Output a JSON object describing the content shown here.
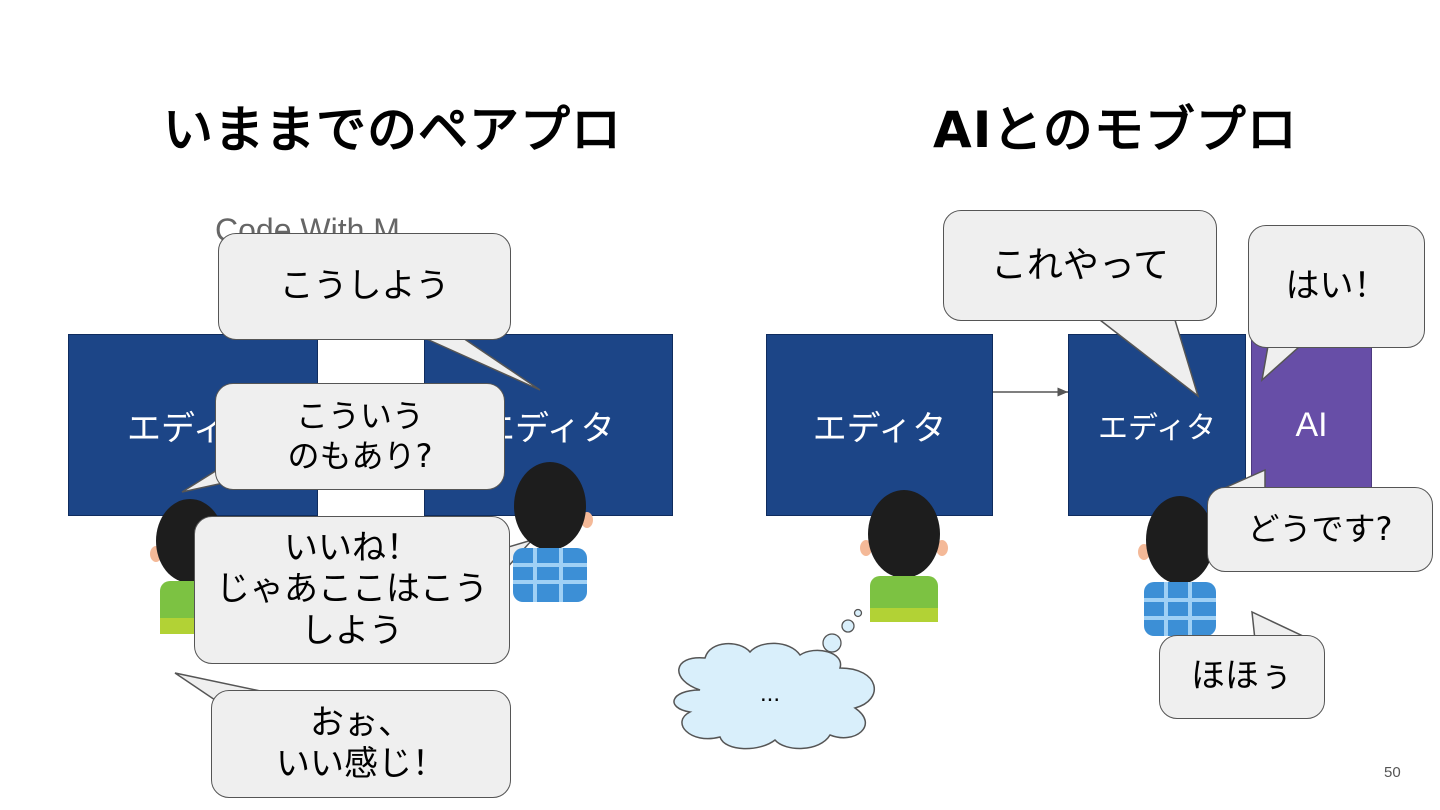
{
  "titles": {
    "left": "いままでのペアプロ",
    "right": "AIとのモブプロ"
  },
  "ghost_text": "Code With M",
  "boxes": {
    "editor": "エディタ",
    "ai": "AI"
  },
  "left_bubbles": {
    "b1": "こうしよう",
    "b2_line1": "こういう",
    "b2_line2": "のもあり?",
    "b3_line1": "いいね！",
    "b3_line2": "じゃあここはこう",
    "b3_line3": "しよう",
    "b4_line1": "おぉ、",
    "b4_line2": "いい感じ！"
  },
  "right_bubbles": {
    "r1": "これやって",
    "r2": "はい！",
    "r3": "どうです?",
    "r4": "ほほぅ",
    "thought": "..."
  },
  "page_number": "50",
  "colors": {
    "editor_box": "#1c4587",
    "ai_box": "#674ea7",
    "bubble": "#efefef",
    "thought": "#d9effb"
  }
}
